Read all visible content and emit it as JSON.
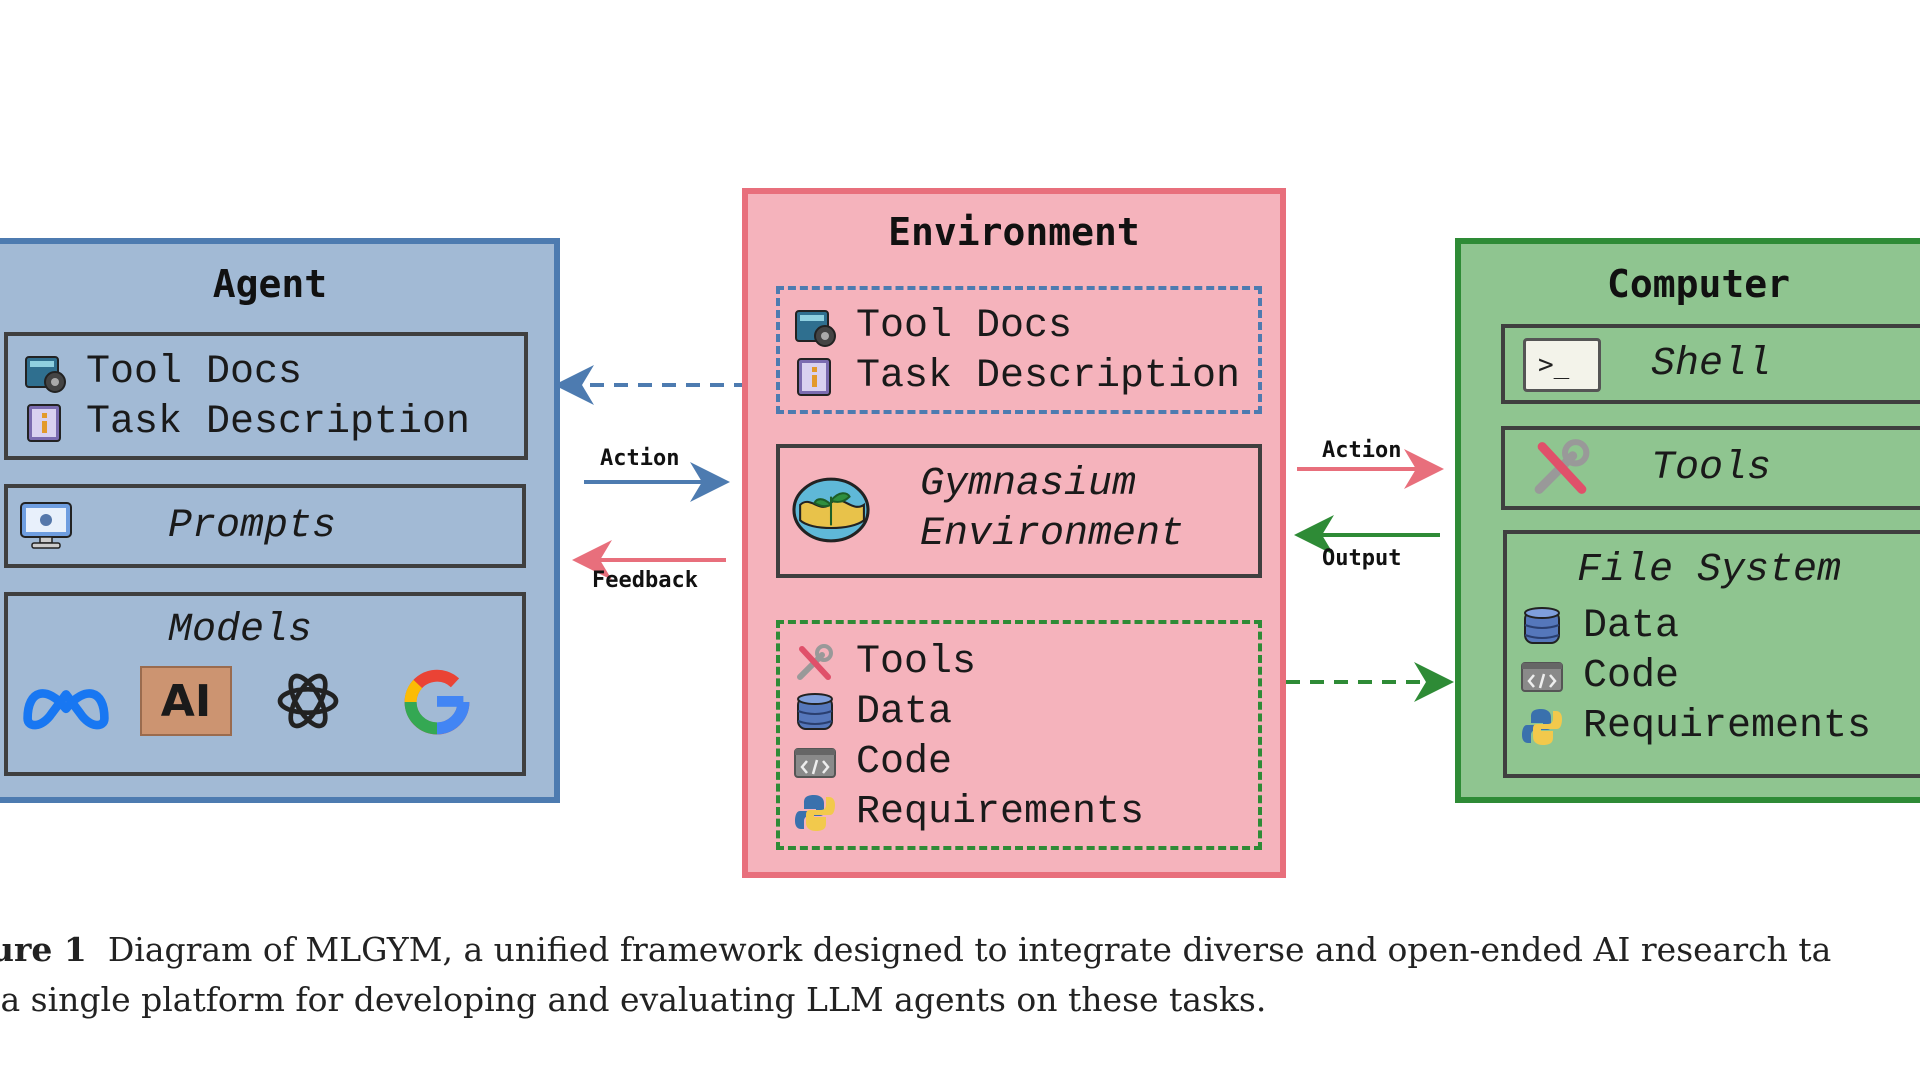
{
  "agent": {
    "title": "Agent",
    "context": {
      "tool_docs": "Tool Docs",
      "task_description": "Task Description"
    },
    "prompts": "Prompts",
    "models": {
      "title": "Models",
      "logos": [
        "meta-logo",
        "anthropic-logo",
        "openai-logo",
        "google-logo"
      ],
      "anthropic_text": "AI"
    }
  },
  "environment": {
    "title": "Environment",
    "context": {
      "tool_docs": "Tool Docs",
      "task_description": "Task Description"
    },
    "gym": {
      "line1": "Gymnasium",
      "line2": "Environment"
    },
    "resources": {
      "tools": "Tools",
      "data": "Data",
      "code": "Code",
      "requirements": "Requirements"
    }
  },
  "computer": {
    "title": "Computer",
    "shell": "Shell",
    "shell_prompt": ">_",
    "tools": "Tools",
    "file_system": {
      "title": "File System",
      "data": "Data",
      "code": "Code",
      "requirements": "Requirements"
    }
  },
  "arrows": {
    "agent_env_action": "Action",
    "env_agent_feedback": "Feedback",
    "env_comp_action": "Action",
    "comp_env_output": "Output"
  },
  "caption": {
    "label": "ure 1",
    "line1": "Diagram of MLGYM, a unified framework designed to integrate diverse and open-ended AI research ta",
    "line2": "a single platform for developing and evaluating LLM agents on these tasks."
  },
  "colors": {
    "agent_fill": "#a2bad5",
    "agent_border": "#4d7bb0",
    "env_fill": "#f5b3bc",
    "env_border": "#e86f7c",
    "comp_fill": "#8fc590",
    "comp_border": "#2e8b36"
  }
}
